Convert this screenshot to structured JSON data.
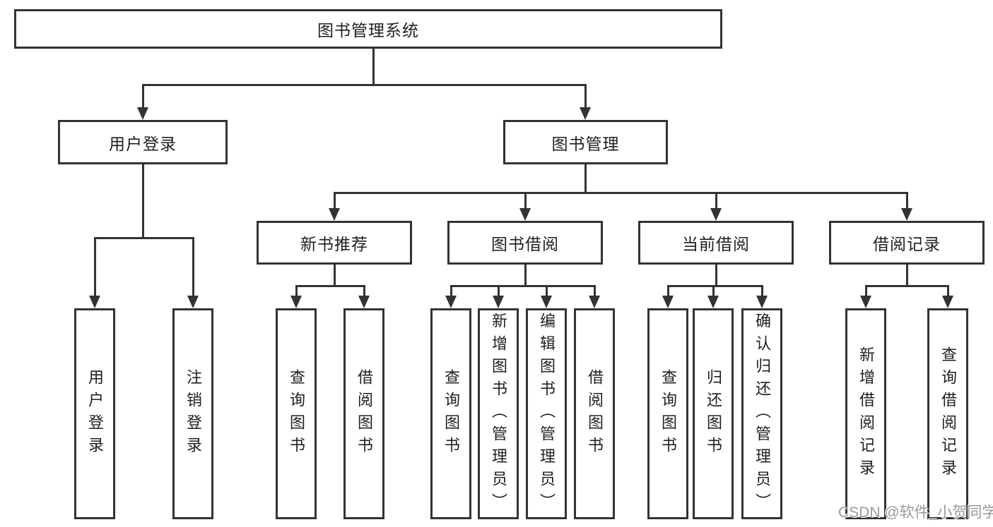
{
  "tree": {
    "root": "图书管理系统",
    "level2": [
      {
        "label": "用户登录",
        "children": [
          "用户登录",
          "注销登录"
        ]
      },
      {
        "label": "图书管理"
      }
    ],
    "level3": [
      {
        "label": "新书推荐",
        "children": [
          "查询图书",
          "借阅图书"
        ]
      },
      {
        "label": "图书借阅",
        "children": [
          "查询图书",
          "新增图书（管理员）",
          "编辑图书（管理员）",
          "借阅图书"
        ]
      },
      {
        "label": "当前借阅",
        "children": [
          "查询图书",
          "归还图书",
          "确认归还（管理员）"
        ]
      },
      {
        "label": "借阅记录",
        "children": [
          "新增借阅记录",
          "查询借阅记录"
        ]
      }
    ]
  },
  "watermark": "CSDN @软件_小贺同学",
  "colors": {
    "line": "#333333",
    "text": "#1f1f1f",
    "box_bg": "#ffffff",
    "watermark": "#9a9a9a"
  }
}
